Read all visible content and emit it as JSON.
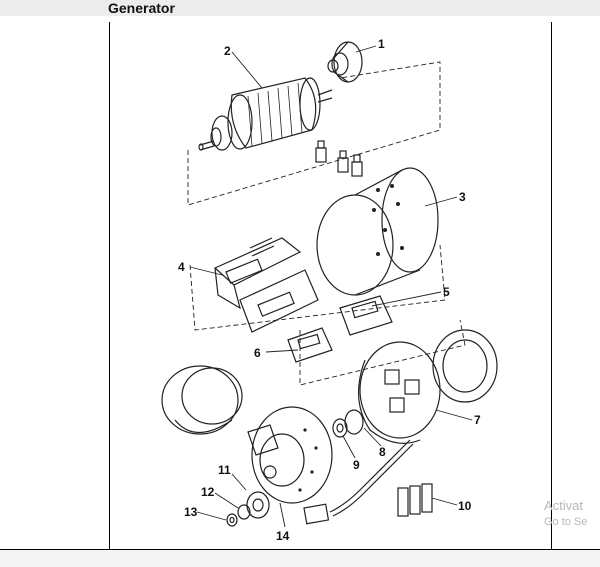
{
  "page": {
    "title": "Generator"
  },
  "callouts": [
    "1",
    "2",
    "3",
    "4",
    "5",
    "6",
    "7",
    "8",
    "9",
    "10",
    "11",
    "12",
    "13",
    "14"
  ],
  "watermark": {
    "line1": "Activat",
    "line2": "Go to Se"
  }
}
